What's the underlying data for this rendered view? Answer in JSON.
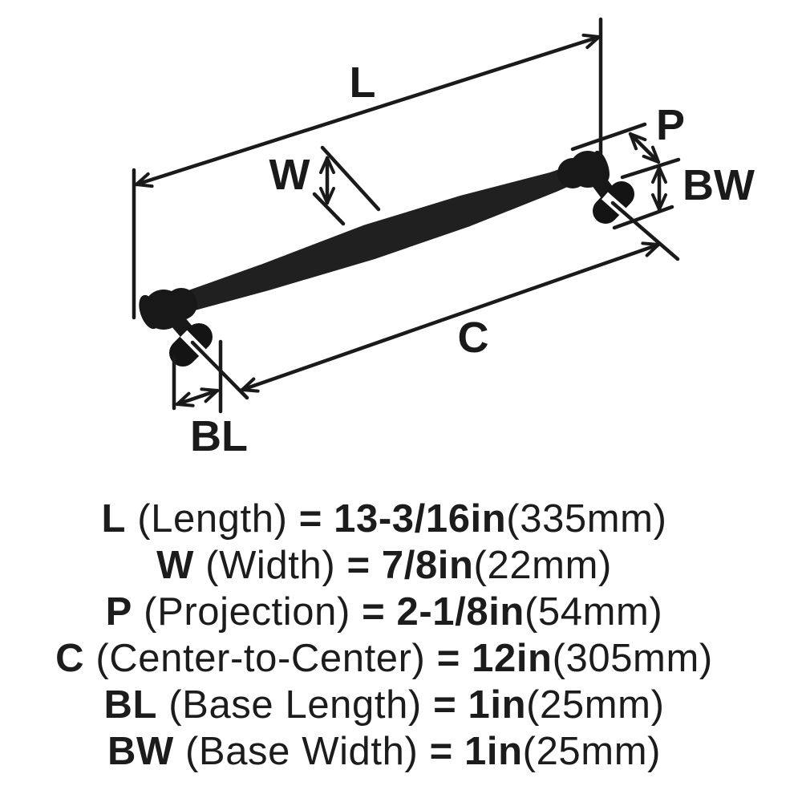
{
  "diagram": {
    "labels": {
      "L": "L",
      "W": "W",
      "P": "P",
      "BW": "BW",
      "C": "C",
      "BL": "BL"
    }
  },
  "specs": [
    {
      "key": "L",
      "desc": " (Length) ",
      "value": "= 13-3/16in",
      "metric": "(335mm)"
    },
    {
      "key": "W",
      "desc": " (Width) ",
      "value": "= 7/8in",
      "metric": "(22mm)"
    },
    {
      "key": "P",
      "desc": " (Projection) ",
      "value": "= 2-1/8in",
      "metric": "(54mm)"
    },
    {
      "key": "C",
      "desc": " (Center-to-Center) ",
      "value": "= 12in",
      "metric": "(305mm)"
    },
    {
      "key": "BL",
      "desc": " (Base Length) ",
      "value": "= 1in",
      "metric": "(25mm)"
    },
    {
      "key": "BW",
      "desc": " (Base Width) ",
      "value": "= 1in",
      "metric": "(25mm)"
    }
  ]
}
